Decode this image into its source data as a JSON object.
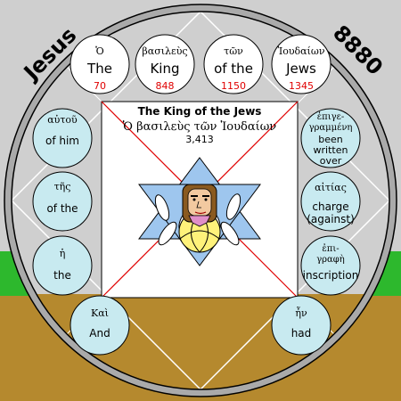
{
  "name_word": "Jesus",
  "name_number": "8880",
  "top_words": [
    {
      "greek": "Ὁ",
      "english": "The",
      "number": "70"
    },
    {
      "greek": "βασιλεὺς",
      "english": "King",
      "number": "848"
    },
    {
      "greek": "τῶν",
      "english": "of the",
      "number": "1150"
    },
    {
      "greek": "Ἰουδαίων",
      "english": "Jews",
      "number": "1345"
    }
  ],
  "center_title": "The King of the Jews",
  "center_greek": "Ὁ βασιλεὺς τῶν Ἰουδαίων",
  "center_number": "3,413",
  "left_words": [
    {
      "greek": "αὐτοῦ",
      "english": [
        "of him"
      ]
    },
    {
      "greek": "τῆς",
      "english": [
        "of the"
      ]
    },
    {
      "greek": "ἡ",
      "english": [
        "the"
      ]
    },
    {
      "greek": "Καὶ",
      "english": [
        "And"
      ]
    }
  ],
  "right_words": [
    {
      "greek": [
        "ἐπιγε-",
        "γραμμένη"
      ],
      "english": [
        "been",
        "written",
        "over"
      ]
    },
    {
      "greek": [
        "αἰτίας"
      ],
      "english": [
        "charge",
        "(against)"
      ]
    },
    {
      "greek": [
        "ἐπι-",
        "γραφὴ"
      ],
      "english": [
        "inscription"
      ]
    },
    {
      "greek": [
        "ἦν"
      ],
      "english": [
        "had"
      ]
    }
  ],
  "colors": {
    "sky_grey": "#cfcfcf",
    "ground": "#b5892e",
    "grass": "#2db82d",
    "outer_ring": "#aaaaaa",
    "circle_light_blue": "#c8eaf0",
    "star_blue": "#9ec6ee",
    "red_number": "#e00000",
    "yellow": "#fff27a"
  }
}
